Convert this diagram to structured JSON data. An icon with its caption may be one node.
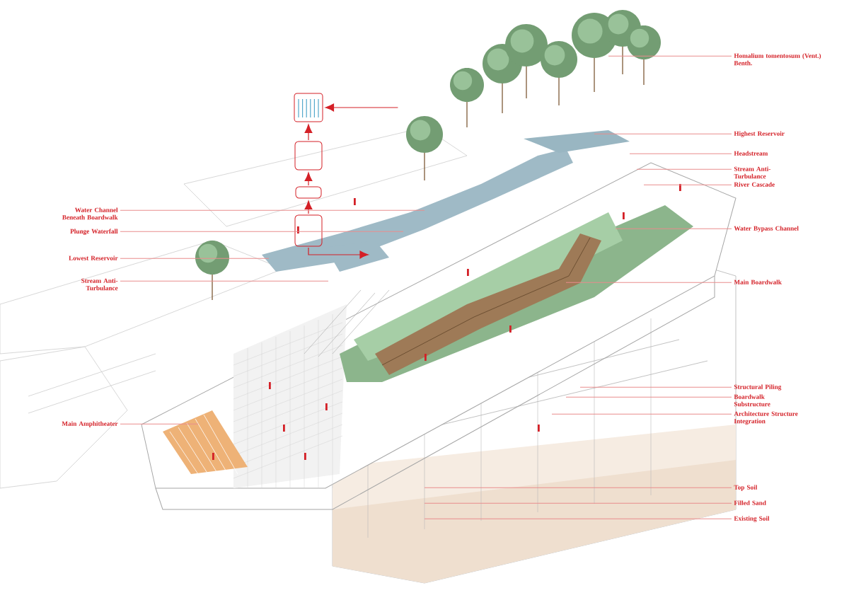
{
  "diagram": {
    "nodes": [
      {
        "text": [],
        "shape": "picture"
      },
      {
        "text": [],
        "shape": "box"
      },
      {
        "text": [],
        "shape": "box"
      },
      {
        "text": [],
        "shape": "box"
      },
      {
        "text": [
          "Homalium tomentosum (Vent.) Benth."
        ]
      },
      {
        "text": [
          "Highest  Reservoir"
        ]
      },
      {
        "text": [
          "Headstream"
        ]
      },
      {
        "text": [
          "Stream Anti-Turbulance"
        ]
      },
      {
        "text": [
          "River Cascade"
        ]
      },
      {
        "text": [
          "Water Channel Beneath Boardwalk"
        ]
      },
      {
        "text": [
          "Plunge Waterfall"
        ]
      },
      {
        "text": [
          "Water Bypass Channel"
        ]
      },
      {
        "text": [
          "Lowest Reservoir"
        ]
      },
      {
        "text": [
          "Stream Anti-Turbulance"
        ]
      },
      {
        "text": [
          "Main Boardwalk"
        ]
      },
      {
        "text": [
          "Structural Piling"
        ]
      },
      {
        "text": [
          "Boardwalk Substructure"
        ]
      },
      {
        "text": [
          "Architecture Structure Integration"
        ]
      },
      {
        "text": [
          "Main Amphitheater"
        ]
      },
      {
        "text": [
          "Top Soil"
        ]
      },
      {
        "text": [
          "Filled Sand"
        ]
      },
      {
        "text": [
          "Existing Soil"
        ]
      }
    ],
    "edges": [
      {
        "from": 3,
        "to": 2,
        "arrow": "to",
        "color": "#d42027"
      },
      {
        "from": 2,
        "to": 1,
        "arrow": "to",
        "color": "#d42027"
      },
      {
        "from": 1,
        "to": 0,
        "arrow": "to",
        "color": "#d42027"
      },
      {
        "from": null,
        "to": 0,
        "arrow": "to",
        "color": "#d42027"
      },
      {
        "from": 3,
        "to": null,
        "arrow": "to",
        "color": "#d42027"
      },
      {
        "from": 4,
        "to": null,
        "arrow": "none"
      },
      {
        "from": 5,
        "to": null,
        "arrow": "none"
      },
      {
        "from": 6,
        "to": null,
        "arrow": "none"
      },
      {
        "from": 7,
        "to": null,
        "arrow": "none"
      },
      {
        "from": 8,
        "to": null,
        "arrow": "none"
      },
      {
        "from": 9,
        "to": null,
        "arrow": "none"
      },
      {
        "from": 10,
        "to": null,
        "arrow": "none"
      },
      {
        "from": 11,
        "to": null,
        "arrow": "none"
      },
      {
        "from": 12,
        "to": null,
        "arrow": "none"
      },
      {
        "from": 13,
        "to": null,
        "arrow": "none"
      },
      {
        "from": 14,
        "to": null,
        "arrow": "none"
      },
      {
        "from": 15,
        "to": null,
        "arrow": "none"
      },
      {
        "from": 16,
        "to": null,
        "arrow": "none"
      },
      {
        "from": 17,
        "to": null,
        "arrow": "none"
      },
      {
        "from": 18,
        "to": null,
        "arrow": "none"
      },
      {
        "from": 19,
        "to": null,
        "arrow": "none"
      },
      {
        "from": 20,
        "to": null,
        "arrow": "none"
      },
      {
        "from": 21,
        "to": null,
        "arrow": "none"
      }
    ]
  }
}
